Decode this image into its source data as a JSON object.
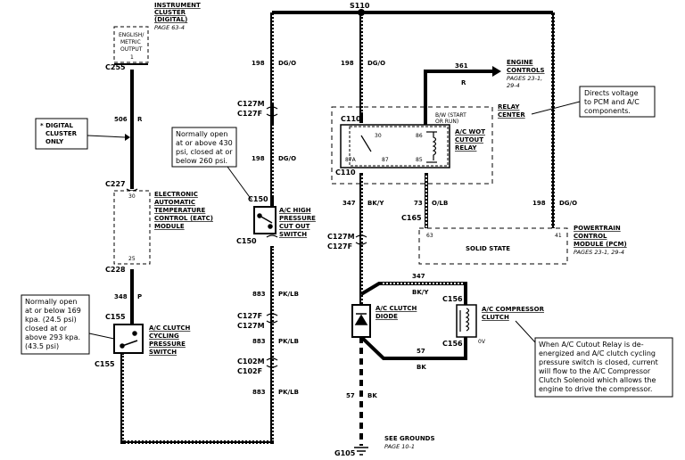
{
  "splices": {
    "s110": "S110"
  },
  "connectors": {
    "c255": "C255",
    "c227": "C227",
    "c228": "C228",
    "c155a": "C155",
    "c155b": "C155",
    "c127m_a": "C127M",
    "c127f_a": "C127F",
    "c150a": "C150",
    "c150b": "C150",
    "c127f_b": "C127F",
    "c127m_b": "C127M",
    "c102m": "C102M",
    "c102f": "C102F",
    "c110a": "C110",
    "c110b": "C110",
    "c165": "C165",
    "c127m_c": "C127M",
    "c127f_c": "C127F",
    "c156a": "C156",
    "c156b": "C156",
    "g105": "G105"
  },
  "wires": {
    "w198_dg_o": {
      "num": "198",
      "color": "DG/O"
    },
    "w506_r": {
      "num": "506",
      "color": "R"
    },
    "w348_p": {
      "num": "348",
      "color": "P"
    },
    "w883_pklb": {
      "num": "883",
      "color": "PK/LB"
    },
    "w361_r": {
      "num": "361",
      "color": "R"
    },
    "w347_bky": {
      "num": "347",
      "color": "BK/Y"
    },
    "w73_olb": {
      "num": "73",
      "color": "O/LB"
    },
    "w57_bk": {
      "num": "57",
      "color": "BK"
    }
  },
  "components": {
    "instrument_cluster": {
      "lines": [
        "INSTRUMENT",
        "CLUSTER",
        "(DIGITAL)"
      ],
      "page": "PAGE 63-4",
      "inner": [
        "ENGLISH/",
        "METRIC",
        "OUTPUT"
      ],
      "pin": "1"
    },
    "eatc": {
      "lines": [
        "ELECTRONIC",
        "AUTOMATIC",
        "TEMPERATURE",
        "CONTROL (EATC)",
        "MODULE"
      ],
      "pin_top": "30",
      "pin_bottom": "25"
    },
    "ac_clutch_switch": {
      "lines": [
        "A/C CLUTCH",
        "CYCLING",
        "PRESSURE",
        "SWITCH"
      ]
    },
    "ac_high_pressure": {
      "lines": [
        "A/C HIGH",
        "PRESSURE",
        "CUT OUT",
        "SWITCH"
      ]
    },
    "engine_controls": {
      "lines": [
        "ENGINE",
        "CONTROLS"
      ],
      "pages": [
        "PAGES 23-1,",
        "29-4"
      ]
    },
    "relay_center": {
      "lines": [
        "RELAY",
        "CENTER"
      ]
    },
    "wot_relay": {
      "lines": [
        "A/C WOT",
        "CUTOUT",
        "RELAY"
      ],
      "sub": [
        "B/W (START",
        "OR RUN)"
      ],
      "pins": [
        "30",
        "86",
        "87A",
        "87",
        "85"
      ]
    },
    "pcm": {
      "lines": [
        "POWERTRAIN",
        "CONTROL",
        "MODULE (PCM)"
      ],
      "pages": "PAGES 23-1, 29-4",
      "inner": "SOLID STATE",
      "pin_left": "63",
      "pin_right": "41"
    },
    "clutch_diode": {
      "lines": [
        "A/C CLUTCH",
        "DIODE"
      ]
    },
    "compressor_clutch": {
      "lines": [
        "A/C   COMPRESSOR",
        "CLUTCH"
      ],
      "pin": "0V"
    },
    "grounds": {
      "lines": [
        "SEE  GROUNDS"
      ],
      "page": "PAGE 10-1"
    }
  },
  "notes": {
    "digital_only": [
      "* DIGITAL",
      "CLUSTER",
      "ONLY"
    ],
    "high_pressure_note": [
      "Normally  open",
      "at or above 430",
      "psi, closed at or",
      "below  260 psi."
    ],
    "relay_note": [
      "Directs voltage",
      "to PCM and A/C",
      "components."
    ],
    "cycling_note": [
      "Normally open",
      "at or below 169",
      "kpa. (24.5 psi)",
      "closed   at   or",
      "above 293 kpa.",
      "(43.5 psi)"
    ],
    "cutout_note": [
      "When A/C Cutout Relay is   de-",
      "energized and A/C clutch cycling",
      "pressure switch is closed, current",
      "will flow to the  A/C Compressor",
      "Clutch Solenoid which allows the",
      "engine to drive the compressor."
    ]
  }
}
